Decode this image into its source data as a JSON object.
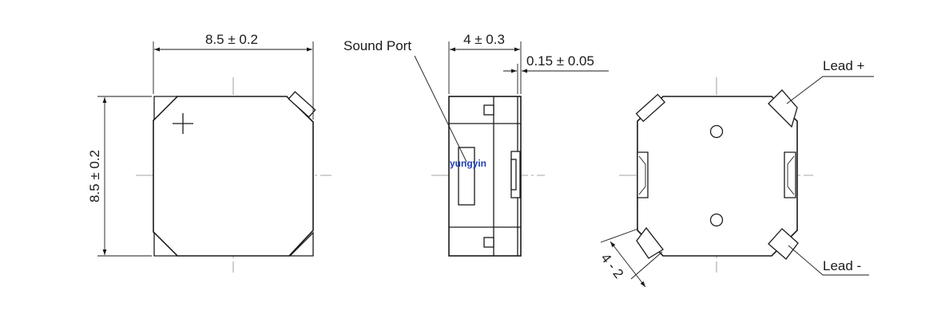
{
  "front_view": {
    "width_dim": "8.5 ± 0.2",
    "height_dim": "8.5 ± 0.2",
    "polarity_mark": "+"
  },
  "side_view": {
    "sound_port_label": "Sound Port",
    "thickness_dim": "4 ± 0.3",
    "gap_dim": "0.15 ± 0.05",
    "watermark": "yungyin"
  },
  "bottom_view": {
    "lead_plus_label": "Lead +",
    "lead_minus_label": "Lead -",
    "pad_dim": "4 - 2"
  }
}
